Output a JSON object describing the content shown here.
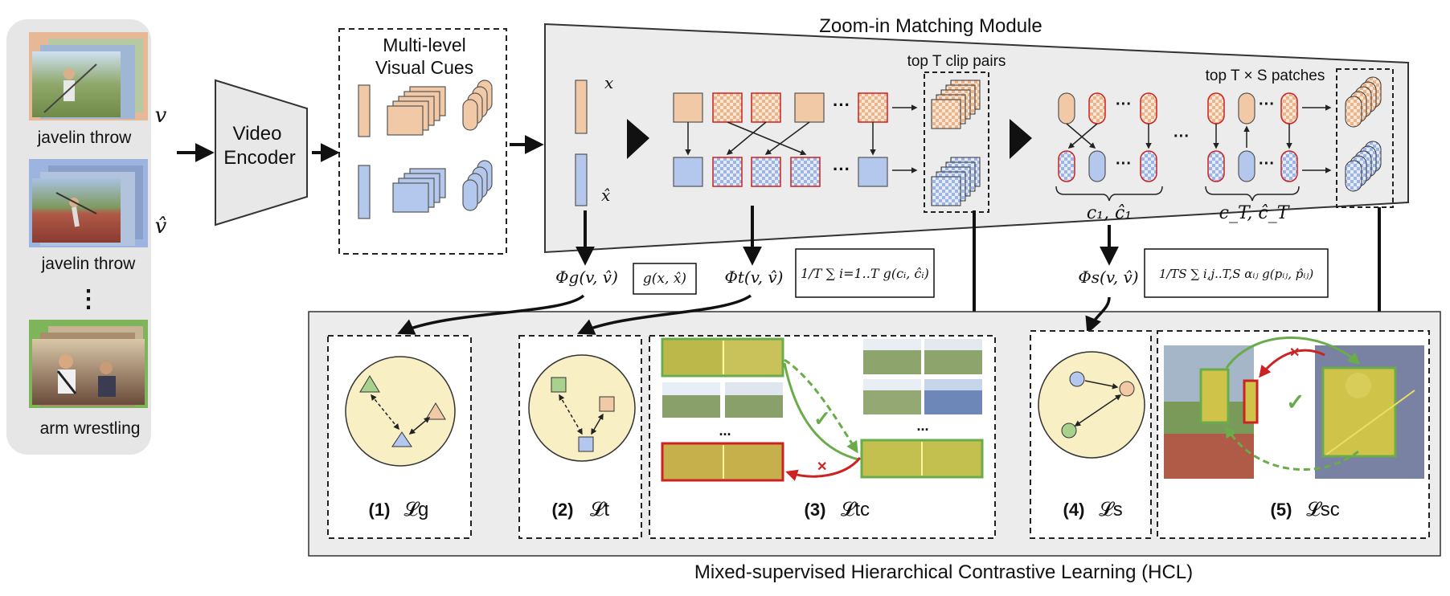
{
  "inputs": {
    "videos": [
      {
        "label": "javelin throw",
        "symbol": "v",
        "frame_color": "#e6b896"
      },
      {
        "label": "javelin throw",
        "symbol": "v̂",
        "frame_color": "#9db3e0"
      },
      {
        "label": "arm wrestling",
        "symbol": "",
        "frame_color": "#7fb55a"
      }
    ],
    "ellipsis": "⋮"
  },
  "encoder": {
    "line1": "Video",
    "line2": "Encoder"
  },
  "cues": {
    "line1": "Multi-level",
    "line2": "Visual Cues"
  },
  "zoom": {
    "title": "Zoom-in Matching Module",
    "x_label": "x",
    "xhat_label": "x̂",
    "top_clips": "top T clip pairs",
    "top_patches": "top T × S patches",
    "c1_label": "c₁, ĉ₁",
    "cT_label": "c_T, ĉ_T",
    "dots": "···"
  },
  "formulas": {
    "phi_g": "Φg(v, v̂)",
    "g_box": "g(x, x̂)",
    "phi_t": "Φt(v, v̂)",
    "t_box": "1/T ∑ i=1..T g(cᵢ, ĉᵢ)",
    "phi_s": "Φs(v, v̂)",
    "s_box": "1/TS ∑ i,j..T,S αᵢⱼ g(pᵢⱼ, p̂ᵢⱼ)"
  },
  "hcl": {
    "title": "Mixed-supervised Hierarchical Contrastive Learning (HCL)",
    "losses": [
      {
        "num": "(1)",
        "sym": "𝓛g"
      },
      {
        "num": "(2)",
        "sym": "𝓛t"
      },
      {
        "num": "(3)",
        "sym": "𝓛tc"
      },
      {
        "num": "(4)",
        "sym": "𝓛s"
      },
      {
        "num": "(5)",
        "sym": "𝓛sc"
      }
    ],
    "check": "✓",
    "cross": "✕",
    "dots": "..."
  },
  "colors": {
    "orange": "#f2c9a6",
    "orange_stroke": "#c98a5e",
    "blue": "#b4c7ec",
    "blue_stroke": "#5a74b8",
    "green": "#a9d18e",
    "red": "#cc2222",
    "green_arrow": "#6aab4a",
    "circle": "#f8f0c4",
    "panel_bg": "#ececec"
  }
}
